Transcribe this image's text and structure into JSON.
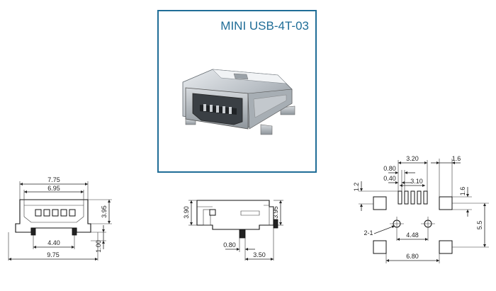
{
  "product": {
    "title": "MINI USB-4T-03",
    "frame_color": "#1f6d97"
  },
  "front_view": {
    "width_outer": "7.75",
    "width_inner": "6.95",
    "pin_span": "4.40",
    "overall_width": "9.75",
    "height": "3.95",
    "tail_height": "1.00"
  },
  "side_view": {
    "height_left": "3.90",
    "height_right": "3.95",
    "tab_width": "0.80",
    "depth": "3.50"
  },
  "footprint": {
    "pitch": "0.80",
    "pad_width": "0.40",
    "pad_span_inner": "3.10",
    "pad_span_outer": "3.20",
    "pad_length": "1.2",
    "mount_pad_size": "1.6",
    "mount_pad_height": "1.6",
    "peg_hole": "2-1",
    "peg_spacing": "4.48",
    "mount_spacing": "6.80",
    "pad_row_spacing": "5.5"
  }
}
